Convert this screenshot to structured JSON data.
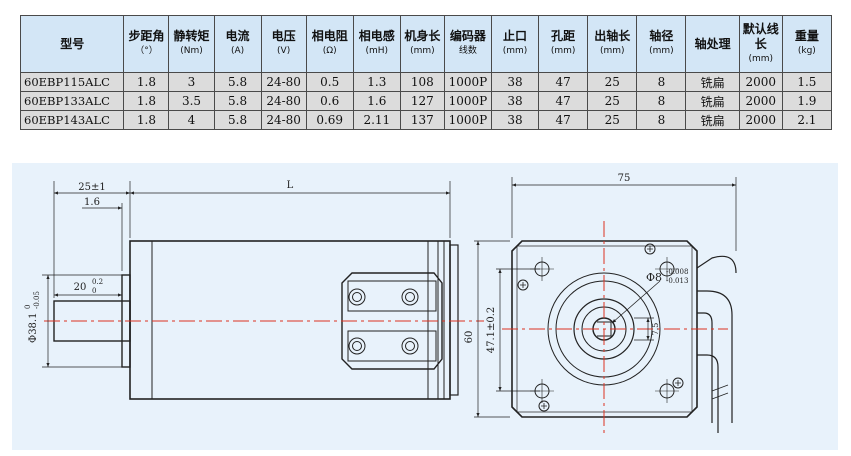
{
  "table": {
    "headers": [
      {
        "label": "型号",
        "unit": ""
      },
      {
        "label": "步距角",
        "unit": "（°）"
      },
      {
        "label": "静转矩",
        "unit": "(Nm)"
      },
      {
        "label": "电流",
        "unit": "(A)"
      },
      {
        "label": "电压",
        "unit": "(V)"
      },
      {
        "label": "相电阻",
        "unit": "(Ω)"
      },
      {
        "label": "相电感",
        "unit": "(mH)"
      },
      {
        "label": "机身长",
        "unit": "(mm)"
      },
      {
        "label": "编码器",
        "unit": "线数"
      },
      {
        "label": "止口",
        "unit": "(mm)"
      },
      {
        "label": "孔距",
        "unit": "(mm)"
      },
      {
        "label": "出轴长",
        "unit": "(mm)"
      },
      {
        "label": "轴径",
        "unit": "(mm)"
      },
      {
        "label": "轴处理",
        "unit": ""
      },
      {
        "label": "默认线长",
        "unit": "(mm)"
      },
      {
        "label": "重量",
        "unit": "(kg)"
      }
    ],
    "rows": [
      [
        "60EBP115ALC",
        "1.8",
        "3",
        "5.8",
        "24-80",
        "0.5",
        "1.3",
        "108",
        "1000P",
        "38",
        "47",
        "25",
        "8",
        "铣扁",
        "2000",
        "1.5"
      ],
      [
        "60EBP133ALC",
        "1.8",
        "3.5",
        "5.8",
        "24-80",
        "0.6",
        "1.6",
        "127",
        "1000P",
        "38",
        "47",
        "25",
        "8",
        "铣扁",
        "2000",
        "1.9"
      ],
      [
        "60EBP143ALC",
        "1.8",
        "4",
        "5.8",
        "24-80",
        "0.69",
        "2.11",
        "137",
        "1000P",
        "38",
        "47",
        "25",
        "8",
        "铣扁",
        "2000",
        "2.1"
      ]
    ]
  },
  "drawing": {
    "dim_shaft_total": "25±1",
    "dim_flange": "1.6",
    "dim_body_length": "L",
    "dim_flat_length": "20",
    "dim_flat_tol_upper": "0.2",
    "dim_flat_tol_lower": "0",
    "dim_pilot_dia": "Φ38.1",
    "dim_pilot_tol_upper": "0",
    "dim_pilot_tol_lower": "-0.05",
    "dim_width": "75",
    "dim_height": "60",
    "dim_hole_spacing": "47.1±0.2",
    "dim_shaft_dia": "Φ8",
    "dim_shaft_tol_upper": "-0.008",
    "dim_shaft_tol_lower": "-0.013",
    "dim_flat_depth": "7.5"
  }
}
